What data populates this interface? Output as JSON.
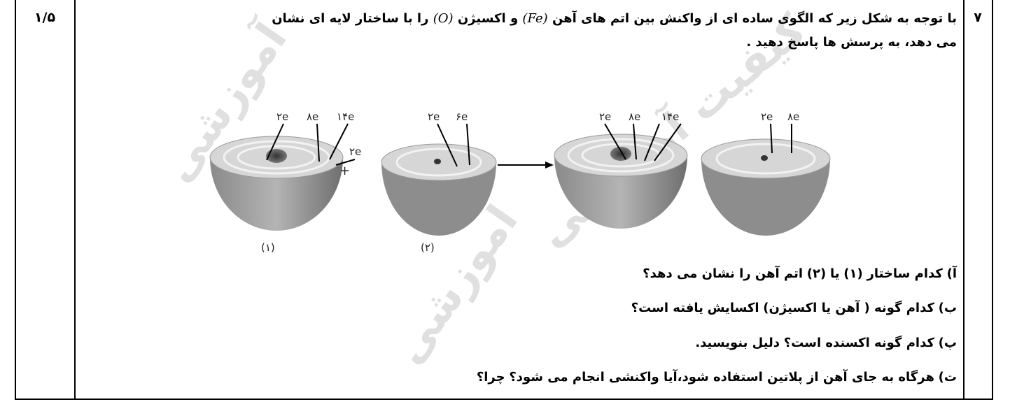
{
  "question": {
    "number": "۷",
    "score": "۱/۵",
    "stem": {
      "part1": "با توجه به شکل زیر که الگوی ساده ای از واکنش بین اتم های آهن",
      "iron_symbol": "(Fe)",
      "part2": "و اکسیژن",
      "oxygen_symbol": "(O)",
      "part3": "را با ساختار لایه ای نشان",
      "line2": "می دهد، به پرسش ها پاسخ دهید ."
    },
    "figure": {
      "atom1": {
        "caption": "(۱)",
        "shells": [
          "۲e",
          "۸e",
          "۱۴e"
        ],
        "outer": "۲e"
      },
      "plus": "+",
      "atom2": {
        "caption": "(۲)",
        "shells": [
          "۲e",
          "۶e"
        ]
      },
      "product1": {
        "shells": [
          "۲e",
          "۸e",
          "۱۴e"
        ]
      },
      "product2": {
        "shells": [
          "۲e",
          "۸e"
        ]
      }
    },
    "subquestions": [
      {
        "letter": "آ)",
        "text1": "کدام ساختار",
        "ref1": "(۱)",
        "mid": "یا",
        "ref2": "(۲)",
        "text2": "اتم آهن را نشان می دهد؟"
      },
      {
        "letter": "ب)",
        "text1": "کدام گونه ( آهن یا اکسیژن)",
        "emph": "اکسایش",
        "text2": "یافته است؟"
      },
      {
        "letter": "پ)",
        "text1": "کدام گونه اکسنده است؟",
        "emph": "دلیل بنویسید."
      },
      {
        "letter": "ت)",
        "text1": "هرگاه به جای آهن از پلاتین استفاده شود،آیا واکنشی انجام می شود؟",
        "emph": "چرا؟"
      }
    ]
  },
  "watermark": {
    "line_a": "آموزشی",
    "line_b": "کیفیت آموزشی",
    "line_c": "آموزشی"
  }
}
